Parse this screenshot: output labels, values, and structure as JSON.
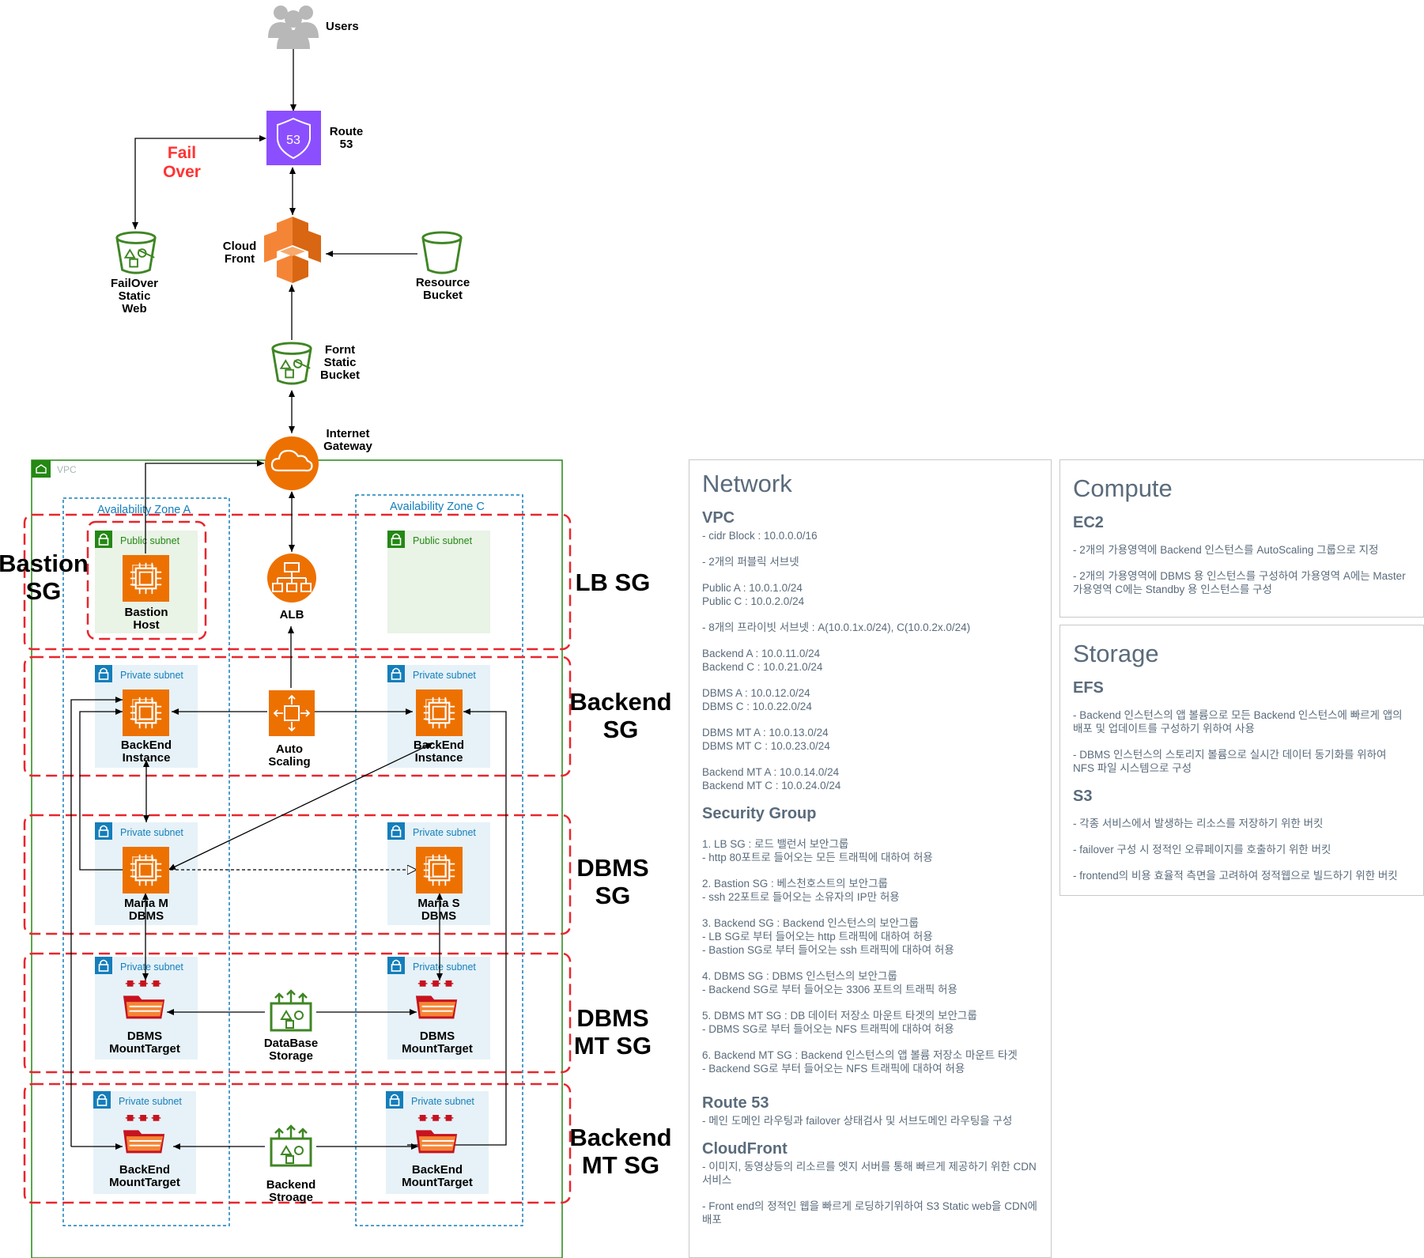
{
  "nodes": {
    "users": "Users",
    "route53": "Route\n53",
    "failover_note": "Fail\nOver",
    "failover_bucket": "FailOver\nStatic\nWeb",
    "cloudfront": "Cloud\nFront",
    "resource_bucket": "Resource\nBucket",
    "front_bucket": "Fornt\nStatic\nBucket",
    "igw": "Internet\nGateway",
    "alb": "ALB",
    "autoscaling": "Auto\nScaling",
    "bastion": "Bastion\nHost",
    "backend_a": "BackEnd\nInstance",
    "backend_c": "BackEnd\nInstance",
    "maria_m": "Maria M\nDBMS",
    "maria_s": "Maria S\nDBMS",
    "dbms_mt_a": "DBMS\nMountTarget",
    "dbms_mt_c": "DBMS\nMountTarget",
    "db_storage": "DataBase\nStorage",
    "backend_mt_a": "BackEnd\nMountTarget",
    "backend_mt_c": "BackEnd\nMountTarget",
    "backend_storage": "Backend\nStroage",
    "route53_badge": "53"
  },
  "containers": {
    "vpc": "VPC",
    "az_a": "Availability Zone A",
    "az_c": "Availability Zone C",
    "public_subnet": "Public subnet",
    "private_subnet": "Private subnet"
  },
  "security_groups": {
    "bastion": "Bastion\nSG",
    "lb": "LB SG",
    "backend": "Backend\nSG",
    "dbms": "DBMS\nSG",
    "dbms_mt": "DBMS\nMT SG",
    "backend_mt": "Backend\nMT SG"
  },
  "colors": {
    "sg_border": "#e8262d",
    "compute": "#ed7100",
    "storage": "#3f8624",
    "route53": "#8c4fff",
    "az": "#147eba",
    "vpc": "#248814",
    "public_subnet_bg": "#e9f3e6",
    "private_subnet_bg": "#e6f2f8",
    "fail_over": "#ff3333"
  },
  "panels": {
    "network": {
      "title": "Network",
      "vpc_heading": "VPC",
      "vpc_items": [
        "- cidr Block : 10.0.0.0/16",
        "- 2개의 퍼블릭 서브넷",
        "Public A : 10.0.1.0/24\nPublic C : 10.0.2.0/24",
        "- 8개의 프라이빗 서브넷 : A(10.0.1x.0/24), C(10.0.2x.0/24)",
        "Backend A : 10.0.11.0/24\nBackend C : 10.0.21.0/24",
        "DBMS A : 10.0.12.0/24\nDBMS C : 10.0.22.0/24",
        "DBMS MT A : 10.0.13.0/24\nDBMS MT C : 10.0.23.0/24",
        "Backend MT A : 10.0.14.0/24\nBackend MT C : 10.0.24.0/24"
      ],
      "sg_heading": "Security Group",
      "sg_items": [
        "1. LB SG : 로드 밸런서 보안그룹\n- http 80포트로 들어오는 모든 트래픽에 대하여 허용",
        "2. Bastion SG : 베스천호스트의 보안그룹\n- ssh 22포트로 들어오는 소유자의 IP만 허용",
        "3. Backend SG : Backend 인스턴스의 보안그룹\n- LB SG로 부터 들어오는 http 트래픽에 대하여 허용\n- Bastion SG로 부터 들어오는 ssh 트래픽에 대하여 허용",
        "4. DBMS SG : DBMS 인스턴스의 보안그룹\n- Backend SG로 부터 들어오는 3306 포트의 트래픽 허용",
        "5. DBMS MT SG : DB 데이터 저장소 마운트 타겟의 보안그룹\n- DBMS SG로 부터 들어오는 NFS 트래픽에 대하여 허용",
        "6. Backend MT SG : Backend 인스턴스의 앱 볼륨 저장소 마운트 타겟\n- Backend SG로 부터 들어오는 NFS 트래픽에 대하여 허용"
      ],
      "route53_heading": "Route 53",
      "route53_items": [
        "- 메인 도메인 라우팅과 failover 상태검사 및 서브도메인 라우팅을 구성"
      ],
      "cloudfront_heading": "CloudFront",
      "cloudfront_items": [
        "- 이미지, 동영상등의 리소르를 엣지 서버를 통해 빠르게 제공하기 위한 CDN 서비스",
        "- Front end의 정적인 웹을 빠르게 로딩하기위하여 S3 Static web을 CDN에 배포"
      ]
    },
    "compute": {
      "title": "Compute",
      "ec2_heading": "EC2",
      "ec2_items": [
        "- 2개의 가용영역에 Backend 인스턴스를 AutoScaling 그룹으로 지정",
        "- 2개의 가용영역에 DBMS 용 인스턴스를 구성하여 가용영역 A에는 Master 가용영역 C에는 Standby 용 인스턴스를 구성"
      ]
    },
    "storage": {
      "title": "Storage",
      "efs_heading": "EFS",
      "efs_items": [
        "- Backend 인스턴스의 앱 볼륨으로 모든 Backend 인스턴스에 빠르게 앱의 배포 및 업데이트를 구성하기 위하여 사용",
        "- DBMS 인스턴스의 스토리지 볼륨으로 실시간 데이터 동기화를 위하여 NFS 파일 시스템으로 구성"
      ],
      "s3_heading": "S3",
      "s3_items": [
        "- 각종 서비스에서 발생하는 리소스를 저장하기 위한 버킷",
        "- failover 구성 시 정적인 오류페이지를 호출하기 위한 버킷",
        "- frontend의 비용 효율적 측면을 고려하여 정적웹으로 빌드하기 위한 버킷"
      ]
    }
  }
}
